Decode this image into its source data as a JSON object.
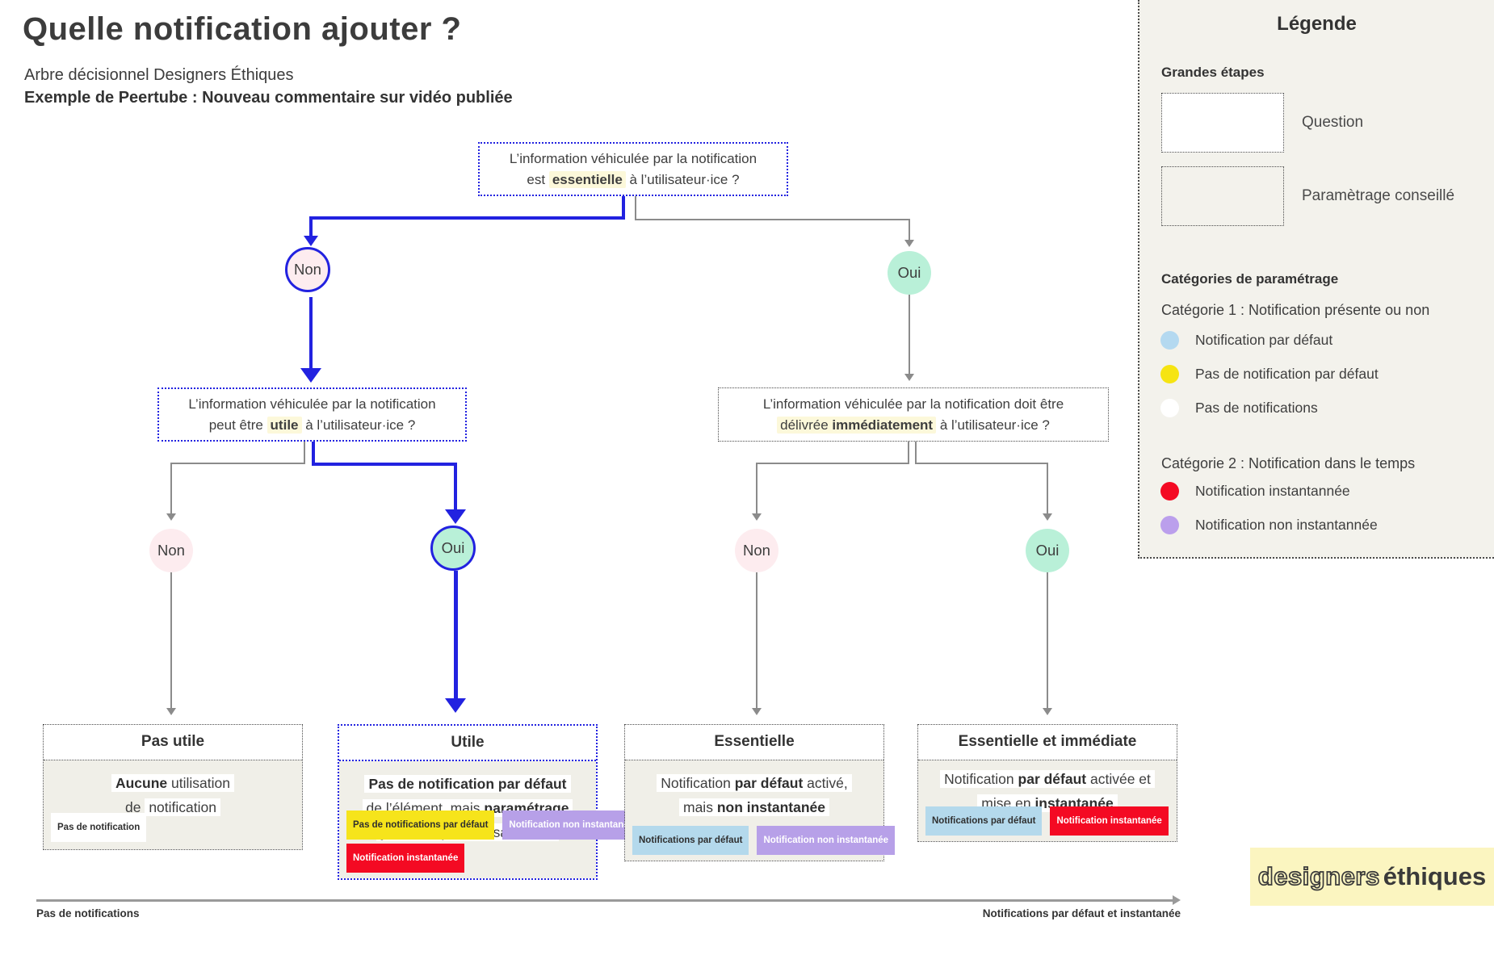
{
  "header": {
    "title": "Quelle notification ajouter ?",
    "subtitle": "Arbre décisionnel Designers Éthiques",
    "example": "Exemple de Peertube : Nouveau commentaire sur vidéo publiée"
  },
  "legend": {
    "title": "Légende",
    "steps_heading": "Grandes étapes",
    "question_label": "Question",
    "param_label": "Paramètrage conseillé",
    "categories_heading": "Catégories de paramétrage",
    "cat1_heading": "Catégorie 1 : Notification présente ou non",
    "cat1_items": [
      {
        "label": "Notification par défaut",
        "color": "#b4d9f0"
      },
      {
        "label": "Pas de notification par défaut",
        "color": "#f6e412"
      },
      {
        "label": "Pas de notifications",
        "color": "#ffffff"
      }
    ],
    "cat2_heading": "Catégorie 2 : Notification dans le temps",
    "cat2_items": [
      {
        "label": "Notification instantannée",
        "color": "#f40a23"
      },
      {
        "label": "Notification non instantannée",
        "color": "#bb9fec"
      }
    ]
  },
  "questions": {
    "q1": {
      "line1": "L’information véhiculée par la notification",
      "pre": "est ",
      "highlight": "essentielle",
      "post": " à l’utilisateur·ice ?"
    },
    "q2": {
      "line1": "L’information véhiculée par la notification",
      "pre": "peut être ",
      "highlight": "utile",
      "post": " à l’utilisateur·ice ?"
    },
    "q3": {
      "line1": "L’information véhiculée par la notification doit être",
      "hl_pre": "délivrée ",
      "hl_bold": "immédiatement",
      "post": " à l’utilisateur·ice ?"
    }
  },
  "labels": {
    "non": "Non",
    "oui": "Oui"
  },
  "results": [
    {
      "title": "Pas utile",
      "line1_bold": "Aucune",
      "line1_rest": " utilisation",
      "line2_pre": "de ",
      "line2_hl": "notification",
      "badges": [
        {
          "label": "Pas de notification",
          "style": "white"
        }
      ]
    },
    {
      "title": "Utile",
      "line1_bold": "Pas de notification par défaut",
      "line2_pre": "de l’élément, mais ",
      "line2_bold": "paramétrage",
      "line3_bold": "possible",
      "line3_post": " par l’utilisateur·ice",
      "badges": [
        {
          "label": "Pas de notifications par défaut",
          "style": "yellow"
        },
        {
          "label": "Notification non instantanée",
          "style": "purple"
        },
        {
          "label": "Notification instantanée",
          "style": "red"
        }
      ]
    },
    {
      "title": "Essentielle",
      "line1_pre": "Notification ",
      "line1_bold": "par défaut",
      "line1_post": " activé,",
      "line2_pre": "mais ",
      "line2_bold": "non instantanée",
      "badges": [
        {
          "label": "Notifications par défaut",
          "style": "blue"
        },
        {
          "label": "Notification non instantanée",
          "style": "purple"
        }
      ]
    },
    {
      "title": "Essentielle et immédiate",
      "line1_pre": "Notification ",
      "line1_bold": "par défaut",
      "line1_post": " activée et",
      "line2_pre": "mise en ",
      "line2_bold": "instantanée",
      "badges": [
        {
          "label": "Notifications par défaut",
          "style": "blue"
        },
        {
          "label": "Notification instantanée",
          "style": "red"
        }
      ]
    }
  ],
  "axis": {
    "left_label": "Pas de notifications",
    "right_label": "Notifications par défaut et instantanée"
  },
  "logo": {
    "outline": "designers",
    "solid": "éthiques"
  },
  "colors": {
    "accent_blue": "#2222e0",
    "connector_gray": "#8b8b8b",
    "pink_node": "#fdecef",
    "mint_node": "#b9f0d8",
    "question_highlight": "#fcf8da",
    "body_beige": "#f0efe8",
    "legend_bg": "#f3f2ec",
    "badge_yellow": "#f6e41b",
    "badge_purple": "#b7a0e8",
    "badge_red": "#f40a23",
    "badge_blue": "#b4d9ec",
    "logo_bg": "#fbf5c0"
  }
}
